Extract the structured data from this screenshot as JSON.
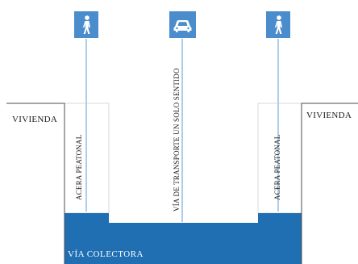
{
  "labels": {
    "vivienda_left": "VIVIENDA",
    "vivienda_right": "VIVIENDA",
    "acera_left": "ACERA PEATONAL",
    "acera_right": "ACERA PEATONAL",
    "via_center": "VÍA DE TRANSPORTE UN SOLO SENTIDO",
    "via_colectora": "VÍA COLECTORA"
  },
  "icons": {
    "left": "pedestrian-icon",
    "center": "car-icon",
    "right": "pedestrian-icon"
  },
  "colors": {
    "water": "#1f6fb2",
    "icon_bg": "#4a8ccc",
    "outline": "#4d4d4d",
    "guide_line": "#5b9bd5"
  }
}
